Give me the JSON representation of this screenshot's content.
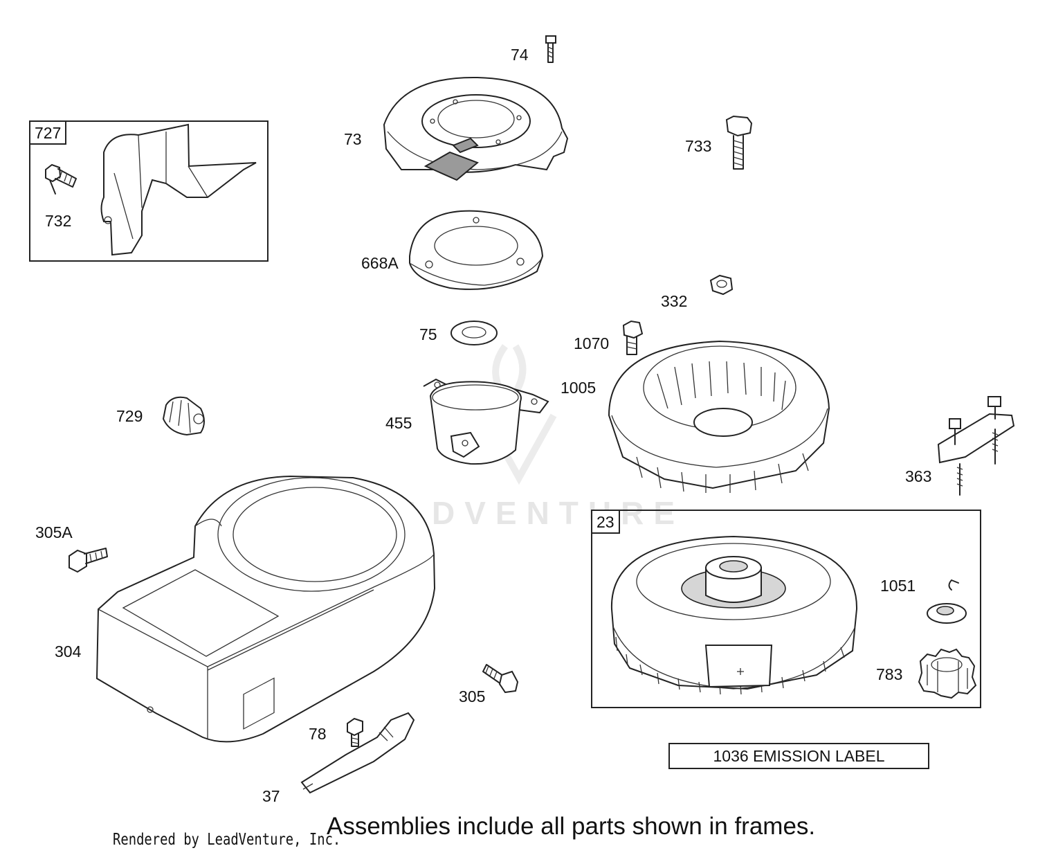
{
  "parts": {
    "p74": "74",
    "p73": "73",
    "p733": "733",
    "p727": "727",
    "p732": "732",
    "p668a": "668A",
    "p332": "332",
    "p75": "75",
    "p1070": "1070",
    "p1005": "1005",
    "p455": "455",
    "p729": "729",
    "p363": "363",
    "p305a": "305A",
    "p23": "23",
    "p1051": "1051",
    "p304": "304",
    "p783": "783",
    "p305": "305",
    "p78": "78",
    "p37": "37"
  },
  "emission_label": "1036 EMISSION LABEL",
  "footer_note": "Assemblies include all parts shown in frames.",
  "credit": "Rendered by LeadVenture, Inc.",
  "watermark": "LEADVENTURE"
}
